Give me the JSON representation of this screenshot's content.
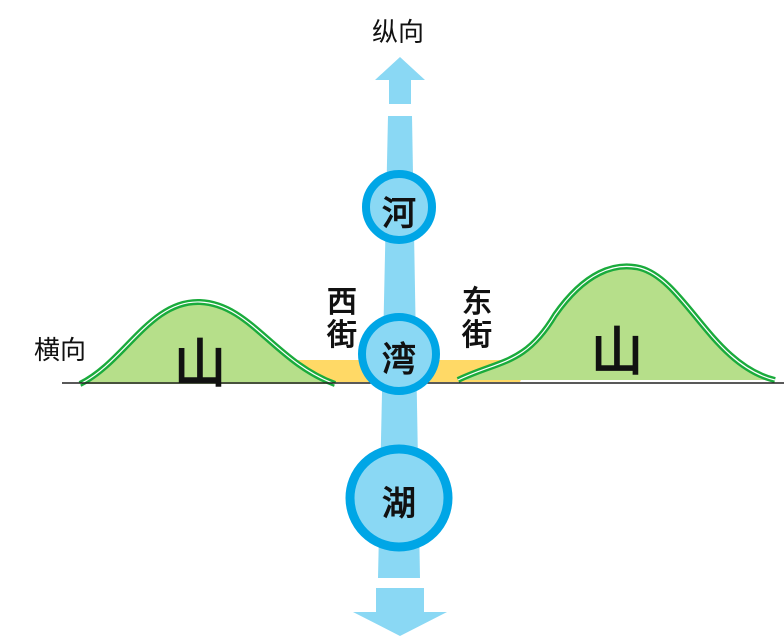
{
  "labels": {
    "vertical_axis": "纵向",
    "horizontal_axis": "横向",
    "west_street": "西街",
    "east_street": "东街",
    "mountain_left": "山",
    "mountain_right": "山",
    "river": "河",
    "bay": "湾",
    "lake": "湖"
  },
  "colors": {
    "water": "#8ad8f4",
    "circle_stroke": "#00a6e6",
    "road": "#ffd966",
    "mountain_fill": "#b6df8a",
    "mountain_stroke": "#1aab3c"
  }
}
